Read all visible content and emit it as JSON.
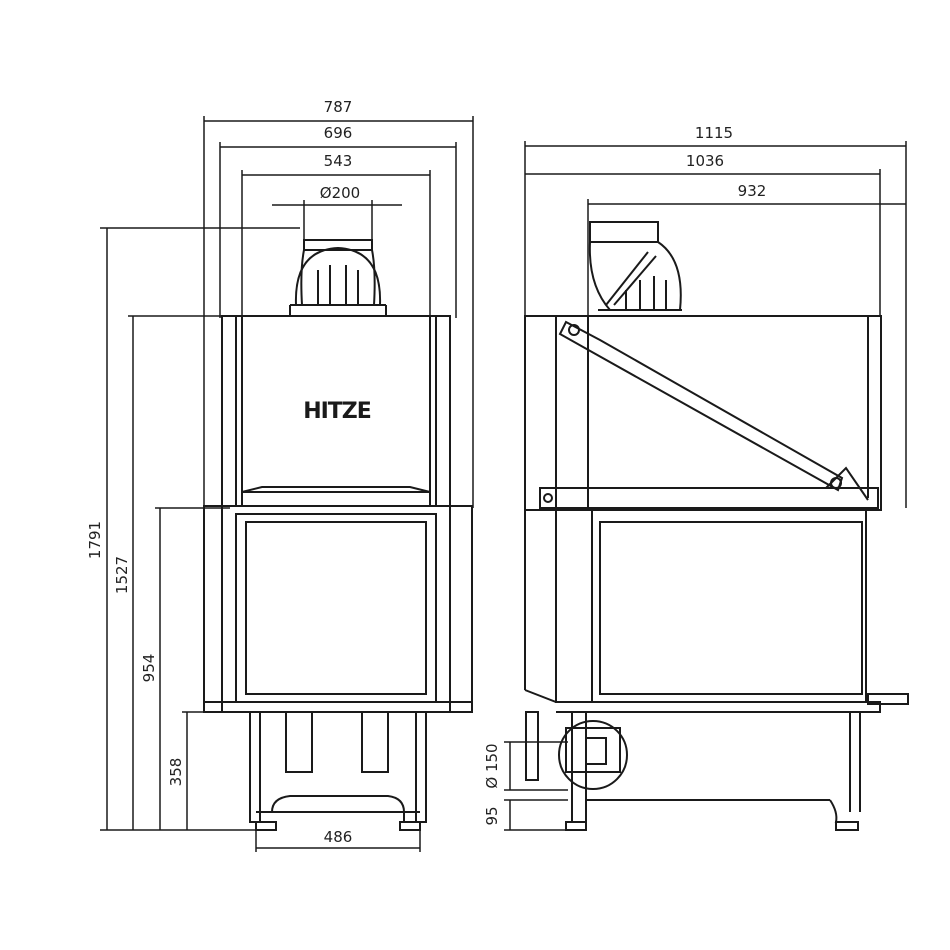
{
  "brand_logo": "HITZE",
  "front_view": {
    "dimensions": {
      "total_width": "787",
      "body_width": "696",
      "top_width": "543",
      "flue_diameter": "Ø200",
      "total_height": "1791",
      "body_height": "1527",
      "door_bottom_height": "954",
      "stand_height": "358",
      "stand_width": "486"
    }
  },
  "side_view": {
    "dimensions": {
      "total_depth": "1115",
      "body_depth": "1036",
      "top_depth": "932",
      "air_inlet_diameter": "Ø 150",
      "air_inlet_height": "95"
    }
  }
}
